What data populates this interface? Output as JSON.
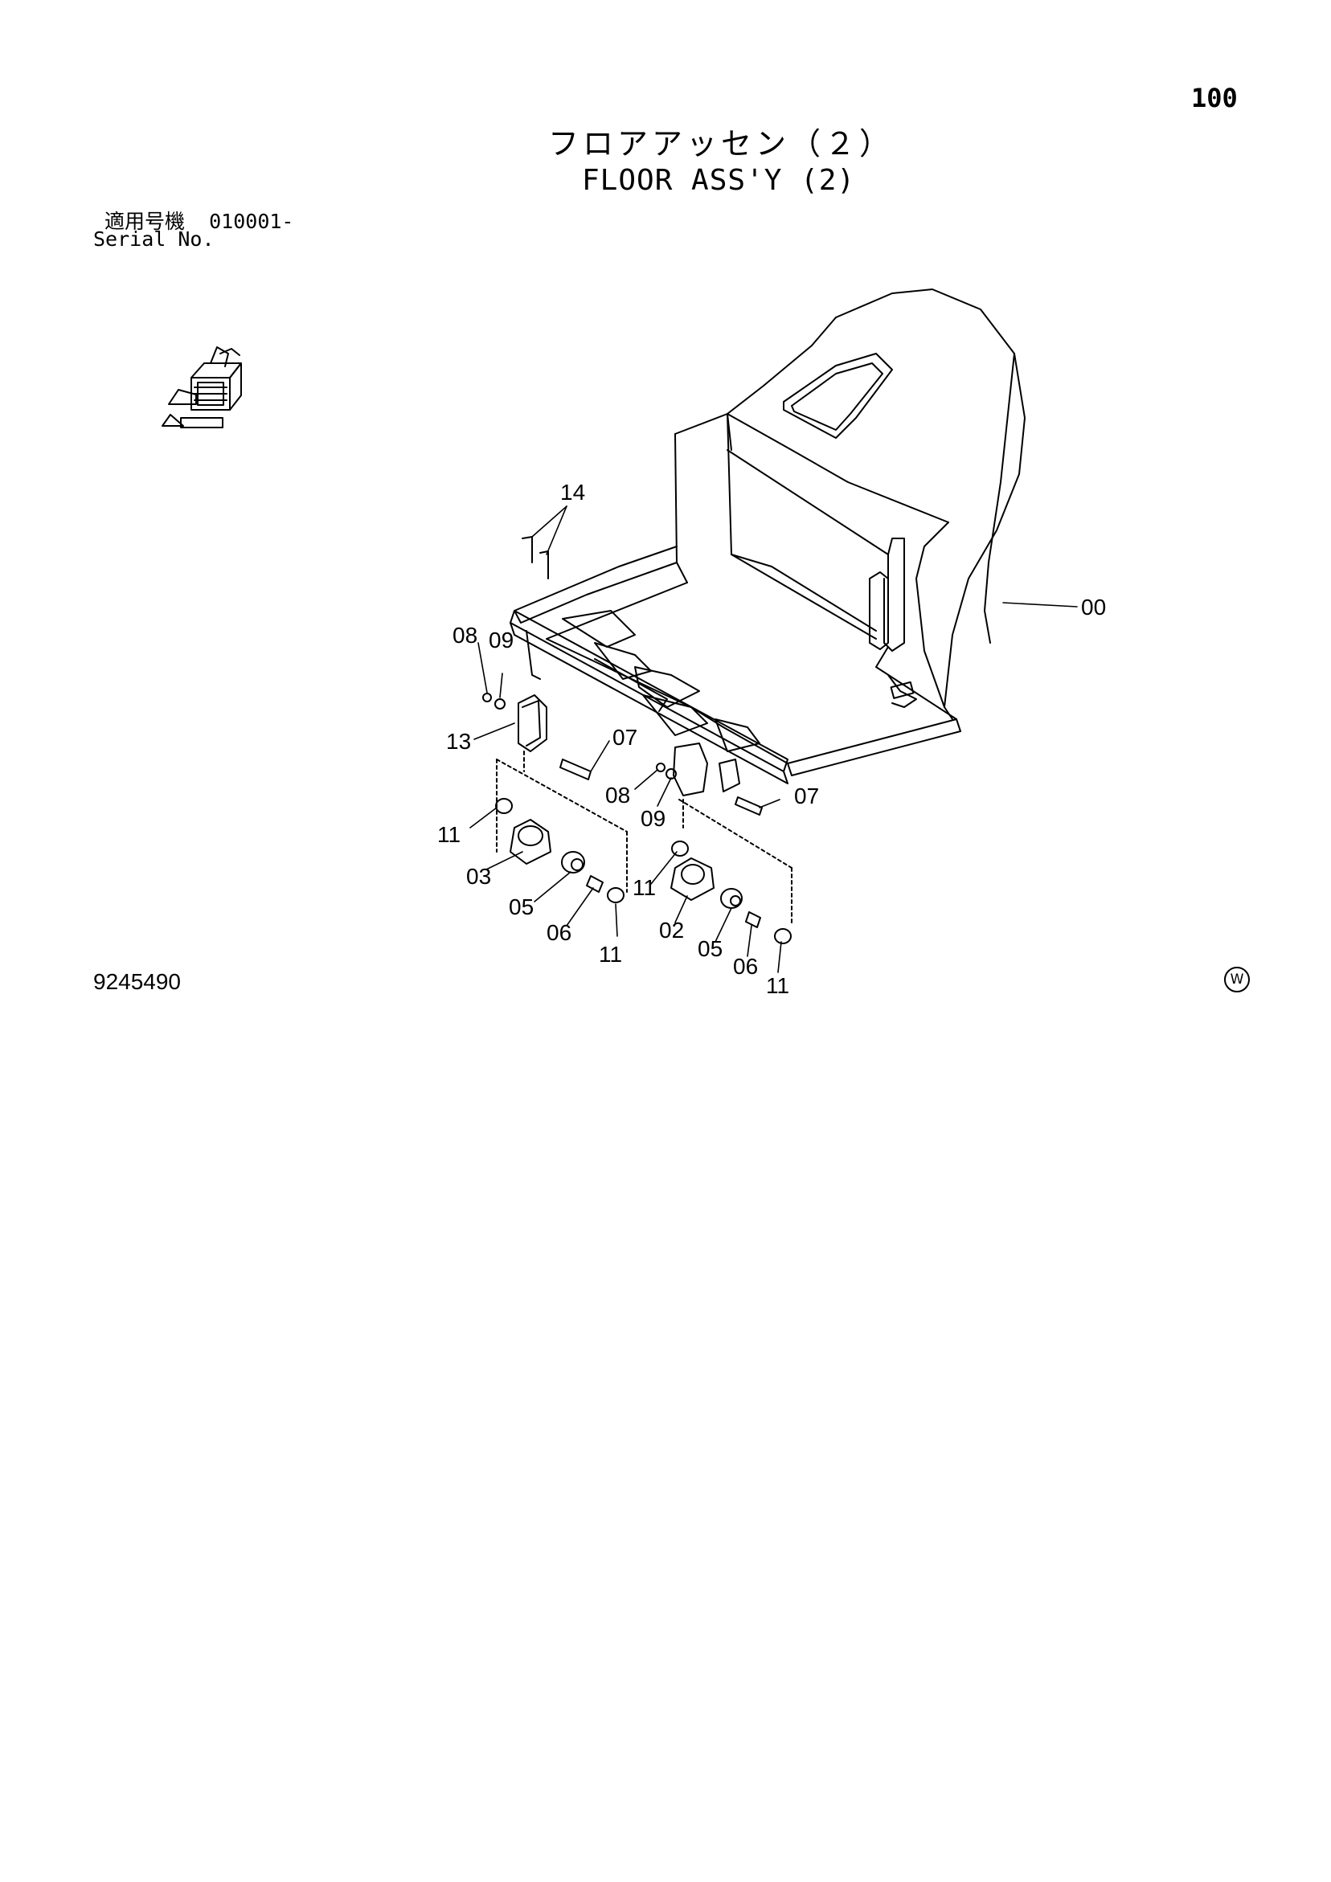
{
  "header": {
    "page_number": "100",
    "title_jp": "フロアアッセン（２）",
    "title_en": "FLOOR ASS'Y (2)",
    "serial_label_jp": "適用号機",
    "serial_range": "010001-",
    "serial_label_en": "Serial No."
  },
  "drawing": {
    "part_labels": {
      "p00": "00",
      "p02": "02",
      "p03": "03",
      "p05a": "05",
      "p05b": "05",
      "p06a": "06",
      "p06b": "06",
      "p07a": "07",
      "p07b": "07",
      "p08a": "08",
      "p08b": "08",
      "p09a": "09",
      "p09b": "09",
      "p11a": "11",
      "p11b": "11",
      "p11c": "11",
      "p11d": "11",
      "p13": "13",
      "p14": "14"
    },
    "orientation_icon": "machine-orientation-icon"
  },
  "footer": {
    "drawing_number": "9245490",
    "mark": "W"
  }
}
